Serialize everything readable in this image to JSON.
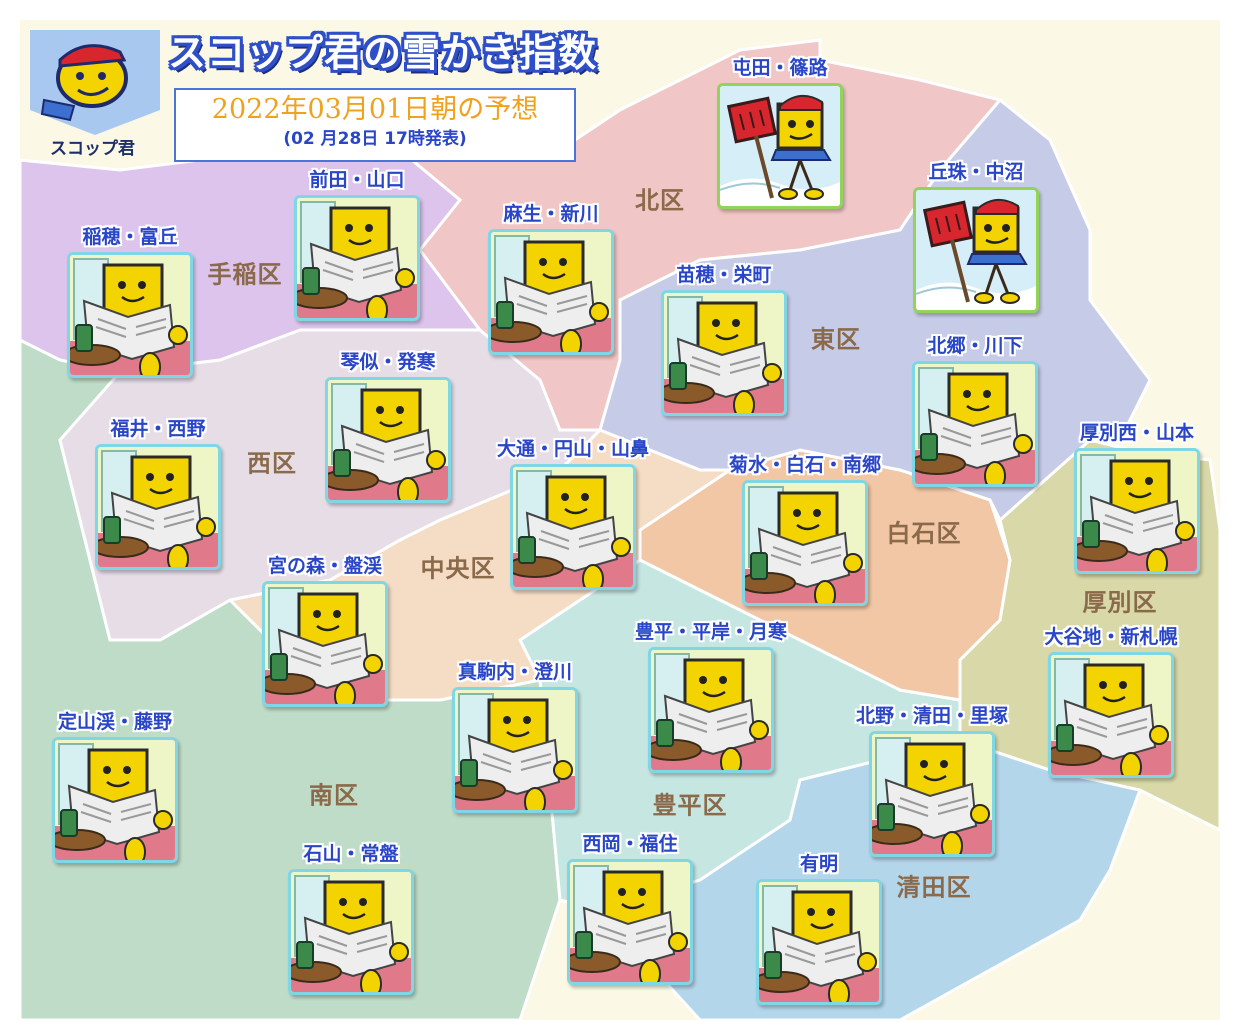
{
  "header": {
    "title": "スコップ君の雪かき指数",
    "forecast_date": "2022年03月01日朝の予想",
    "issued": "(02 月28日 17時発表)",
    "mascot_caption": "スコップ君"
  },
  "icons": {
    "reading_newspaper": "mascot-reading-newspaper-icon",
    "shovel": "mascot-with-shovel-icon",
    "logo": "scoop-kun-logo-icon"
  },
  "wards": [
    {
      "name": "北区"
    },
    {
      "name": "手稲区"
    },
    {
      "name": "東区"
    },
    {
      "name": "西区"
    },
    {
      "name": "中央区"
    },
    {
      "name": "白石区"
    },
    {
      "name": "厚別区"
    },
    {
      "name": "南区"
    },
    {
      "name": "豊平区"
    },
    {
      "name": "清田区"
    }
  ],
  "locations": [
    {
      "name": "稲穂・富丘",
      "forecast": "reading_newspaper"
    },
    {
      "name": "前田・山口",
      "forecast": "reading_newspaper"
    },
    {
      "name": "麻生・新川",
      "forecast": "reading_newspaper"
    },
    {
      "name": "屯田・篠路",
      "forecast": "shovel"
    },
    {
      "name": "丘珠・中沼",
      "forecast": "shovel"
    },
    {
      "name": "苗穂・栄町",
      "forecast": "reading_newspaper"
    },
    {
      "name": "琴似・発寒",
      "forecast": "reading_newspaper"
    },
    {
      "name": "北郷・川下",
      "forecast": "reading_newspaper"
    },
    {
      "name": "福井・西野",
      "forecast": "reading_newspaper"
    },
    {
      "name": "大通・円山・山鼻",
      "forecast": "reading_newspaper"
    },
    {
      "name": "菊水・白石・南郷",
      "forecast": "reading_newspaper"
    },
    {
      "name": "厚別西・山本",
      "forecast": "reading_newspaper"
    },
    {
      "name": "宮の森・盤渓",
      "forecast": "reading_newspaper"
    },
    {
      "name": "豊平・平岸・月寒",
      "forecast": "reading_newspaper"
    },
    {
      "name": "大谷地・新札幌",
      "forecast": "reading_newspaper"
    },
    {
      "name": "真駒内・澄川",
      "forecast": "reading_newspaper"
    },
    {
      "name": "定山渓・藤野",
      "forecast": "reading_newspaper"
    },
    {
      "name": "北野・清田・里塚",
      "forecast": "reading_newspaper"
    },
    {
      "name": "石山・常盤",
      "forecast": "reading_newspaper"
    },
    {
      "name": "西岡・福住",
      "forecast": "reading_newspaper"
    },
    {
      "name": "有明",
      "forecast": "reading_newspaper"
    }
  ]
}
